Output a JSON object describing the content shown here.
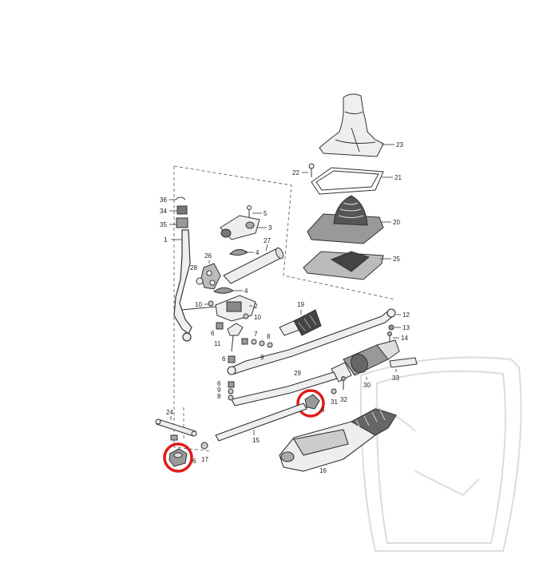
{
  "diagram": {
    "colors": {
      "line": "#333333",
      "fill_light": "#eeeeee",
      "fill_mid": "#bbbbbb",
      "fill_dark": "#555555",
      "highlight": "#e01b1b",
      "watermark": "#e0e0e0"
    },
    "callouts": [
      {
        "id": "23"
      },
      {
        "id": "22"
      },
      {
        "id": "21"
      },
      {
        "id": "20"
      },
      {
        "id": "25"
      },
      {
        "id": "36"
      },
      {
        "id": "34"
      },
      {
        "id": "35"
      },
      {
        "id": "1"
      },
      {
        "id": "5"
      },
      {
        "id": "3"
      },
      {
        "id": "27"
      },
      {
        "id": "4"
      },
      {
        "id": "26"
      },
      {
        "id": "28"
      },
      {
        "id": "4b",
        "label": "4"
      },
      {
        "id": "10"
      },
      {
        "id": "2"
      },
      {
        "id": "10b",
        "label": "10"
      },
      {
        "id": "6"
      },
      {
        "id": "11"
      },
      {
        "id": "6b",
        "label": "6"
      },
      {
        "id": "7"
      },
      {
        "id": "8"
      },
      {
        "id": "9"
      },
      {
        "id": "19"
      },
      {
        "id": "12"
      },
      {
        "id": "13"
      },
      {
        "id": "14"
      },
      {
        "id": "33"
      },
      {
        "id": "29"
      },
      {
        "id": "30"
      },
      {
        "id": "6c",
        "label": "6"
      },
      {
        "id": "9b",
        "label": "9"
      },
      {
        "id": "8b",
        "label": "8"
      },
      {
        "id": "31"
      },
      {
        "id": "32"
      },
      {
        "id": "6d",
        "label": "6"
      },
      {
        "id": "24"
      },
      {
        "id": "15"
      },
      {
        "id": "16"
      },
      {
        "id": "17"
      },
      {
        "id": "6e",
        "label": "6"
      }
    ],
    "highlighted_parts": [
      {
        "name": "bushing-upper",
        "label": "6"
      },
      {
        "name": "bushing-lower",
        "label": "6"
      }
    ]
  }
}
